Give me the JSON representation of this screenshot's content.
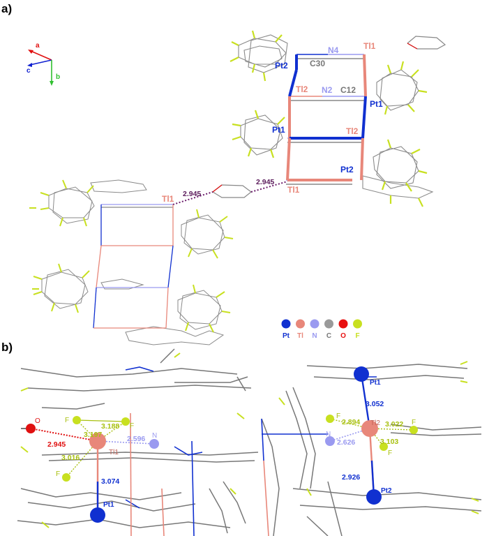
{
  "panels": {
    "a": "a)",
    "b": "b)"
  },
  "axes": {
    "a": "a",
    "b": "b",
    "c": "c"
  },
  "panel_a": {
    "labels": {
      "N4": "N4",
      "Tl1_top": "Tl1",
      "Pt2_top": "Pt2",
      "C30": "C30",
      "Tl2_up": "Tl2",
      "N2": "N2",
      "C12": "C12",
      "Pt1_right": "Pt1",
      "Pt1_left": "Pt1",
      "Tl2_right": "Tl2",
      "Pt2_bottom": "Pt2",
      "Tl1_bottom": "Tl1",
      "Tl1_left": "Tl1"
    },
    "contacts": {
      "left": "2.945",
      "right": "2.945"
    }
  },
  "legend": [
    {
      "symbol": "Pt",
      "color": "#1030d0"
    },
    {
      "symbol": "Tl",
      "color": "#e8877a"
    },
    {
      "symbol": "N",
      "color": "#9a9af0"
    },
    {
      "symbol": "C",
      "color": "#9a9a9a"
    },
    {
      "symbol": "O",
      "color": "#e81010"
    },
    {
      "symbol": "F",
      "color": "#c8e020"
    }
  ],
  "panel_b_left": {
    "labels": {
      "O": "O",
      "F1": "F",
      "F2": "F",
      "F3": "F",
      "N": "N",
      "Tl": "Tl1",
      "Pt": "Pt1"
    },
    "distances": {
      "f1": "3.197",
      "f2": "3.188",
      "o": "2.945",
      "f3": "3.016",
      "n": "2.596",
      "pt": "3.074"
    }
  },
  "panel_b_right": {
    "labels": {
      "Pt1": "Pt1",
      "Tl": "Tl2",
      "N": "N",
      "F1": "F",
      "F2": "F",
      "F3": "F",
      "Pt2": "Pt2"
    },
    "distances": {
      "pt1": "3.052",
      "f1": "2.894",
      "f2": "3.022",
      "f3": "3.103",
      "n": "2.626",
      "pt2": "2.926"
    }
  }
}
